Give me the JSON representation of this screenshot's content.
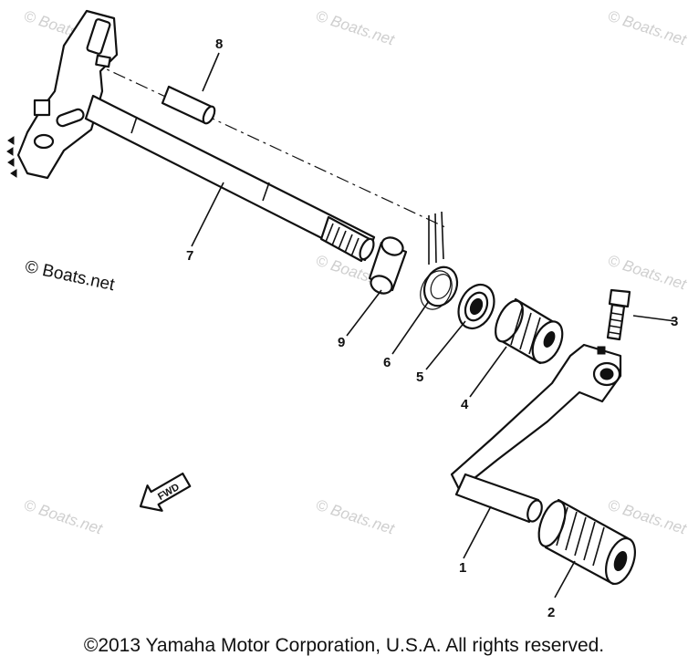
{
  "diagram": {
    "watermark_main": "© Boats.net",
    "watermark_faint": "© Boats.net",
    "fwd_label": "FWD",
    "callouts": {
      "p1": "1",
      "p2": "2",
      "p3": "3",
      "p4": "4",
      "p5": "5",
      "p6": "6",
      "p7": "7",
      "p8": "8",
      "p9": "9"
    },
    "copyright": "©2013 Yamaha Motor Corporation, U.S.A. All rights reserved."
  }
}
